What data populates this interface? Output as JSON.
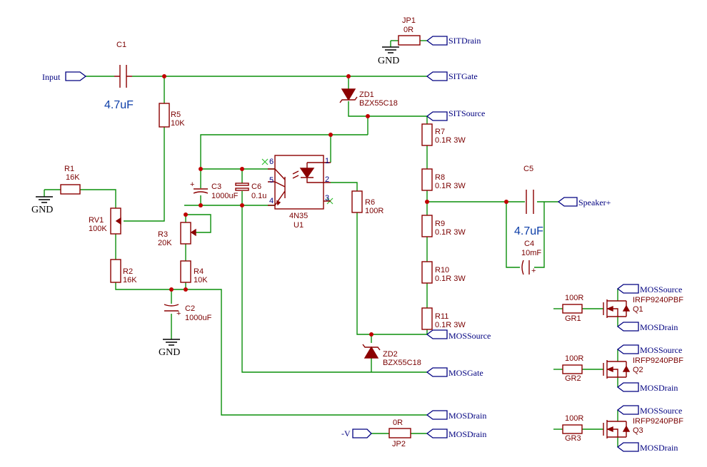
{
  "components": {
    "C1": {
      "ref": "C1",
      "value": "4.7uF"
    },
    "C2": {
      "ref": "C2",
      "value": "1000uF"
    },
    "C3": {
      "ref": "C3",
      "value": "1000uF"
    },
    "C4": {
      "ref": "C4",
      "value": "10mF"
    },
    "C5": {
      "ref": "C5",
      "value": "4.7uF"
    },
    "C6": {
      "ref": "C6",
      "value": "0.1u"
    },
    "R1": {
      "ref": "R1",
      "value": "16K"
    },
    "R2": {
      "ref": "R2",
      "value": "16K"
    },
    "R3": {
      "ref": "R3",
      "value": "20K"
    },
    "R4": {
      "ref": "R4",
      "value": "10K"
    },
    "R5": {
      "ref": "R5",
      "value": "10K"
    },
    "R6": {
      "ref": "R6",
      "value": "100R"
    },
    "R7": {
      "ref": "R7",
      "value": "0.1R 3W"
    },
    "R8": {
      "ref": "R8",
      "value": "0.1R 3W"
    },
    "R9": {
      "ref": "R9",
      "value": "0.1R 3W"
    },
    "R10": {
      "ref": "R10",
      "value": "0.1R 3W"
    },
    "R11": {
      "ref": "R11",
      "value": "0.1R 3W"
    },
    "RV1": {
      "ref": "RV1",
      "value": "100K"
    },
    "ZD1": {
      "ref": "ZD1",
      "value": "BZX55C18"
    },
    "ZD2": {
      "ref": "ZD2",
      "value": "BZX55C18"
    },
    "JP1": {
      "ref": "JP1",
      "value": "0R"
    },
    "JP2": {
      "ref": "JP2",
      "value": "0R"
    },
    "U1": {
      "ref": "U1",
      "value": "4N35",
      "pins": [
        "1",
        "2",
        "3",
        "4",
        "5",
        "6"
      ]
    },
    "GR1": {
      "ref": "GR1",
      "value": "100R"
    },
    "GR2": {
      "ref": "GR2",
      "value": "100R"
    },
    "GR3": {
      "ref": "GR3",
      "value": "100R"
    },
    "Q1": {
      "ref": "Q1",
      "value": "IRFP9240PBF"
    },
    "Q2": {
      "ref": "Q2",
      "value": "IRFP9240PBF"
    },
    "Q3": {
      "ref": "Q3",
      "value": "IRFP9240PBF"
    }
  },
  "nets": {
    "input": "Input",
    "sitdrain": "SITDrain",
    "sitgate": "SITGate",
    "sitsource": "SITSource",
    "speaker": "Speaker+",
    "mossource": "MOSSource",
    "mosgate": "MOSGate",
    "mosdrain": "MOSDrain",
    "negv": "-V",
    "gnd": "GND"
  },
  "colors": {
    "wire": "#0a8f0a",
    "component": "#8b0000",
    "netlabel": "#000080",
    "junction": "#c00000",
    "noconnect": "#2fbf2f",
    "value_large": "#0e3fa8"
  }
}
